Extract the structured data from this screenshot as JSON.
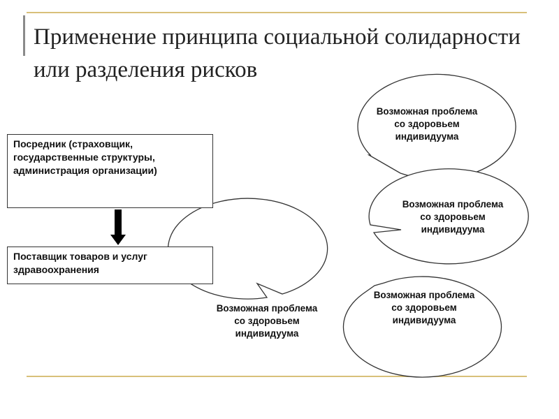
{
  "title": "Применение принципа социальной солидарности или разделения рисков",
  "intermediary_box": {
    "text": "Посредник (страховщик, государственные структуры, администрация организации)"
  },
  "provider_box": {
    "text": "Поставщик товаров и услуг здравоохранения"
  },
  "bubbles": [
    {
      "text": "Возможная проблема со здоровьем индивидуума"
    },
    {
      "text": "Возможная проблема со здоровьем индивидуума"
    },
    {
      "text": "Возможная проблема со здоровьем индивидуума"
    },
    {
      "text": "Возможная проблема со здоровьем индивидуума"
    }
  ],
  "colors": {
    "accent_line": "#d8c07a",
    "arrow": "#000000",
    "outline": "#333333"
  }
}
